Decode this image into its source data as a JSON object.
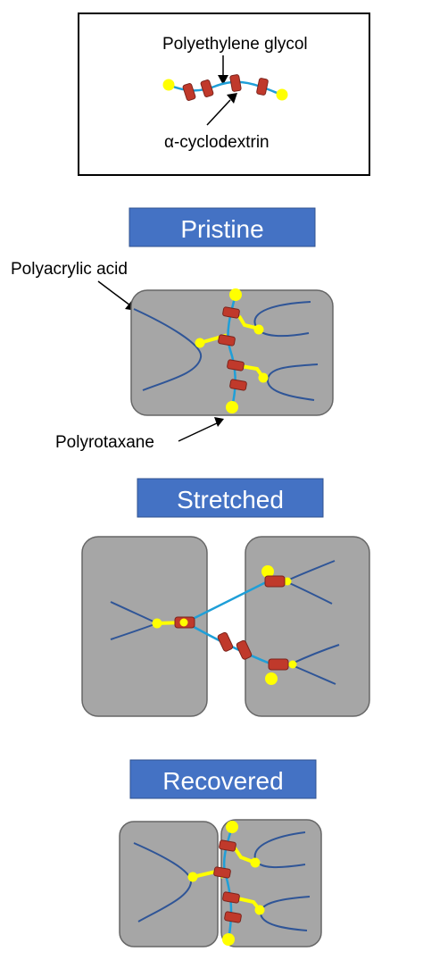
{
  "legend": {
    "peg_label": "Polyethylene glycol",
    "cd_label": "α-cyclodextrin"
  },
  "panels": {
    "pristine": {
      "title": "Pristine",
      "polyacrylic_label": "Polyacrylic acid",
      "polyrotaxane_label": "Polyrotaxane"
    },
    "stretched": {
      "title": "Stretched"
    },
    "recovered": {
      "title": "Recovered"
    }
  },
  "colors": {
    "banner": "#4472c4",
    "block": "#a6a6a6",
    "block_stroke": "#666666",
    "polymer": "#2f5597",
    "peg": "#1f9fd8",
    "cd_ring": "#c0392b",
    "stopper": "#ffff00"
  }
}
